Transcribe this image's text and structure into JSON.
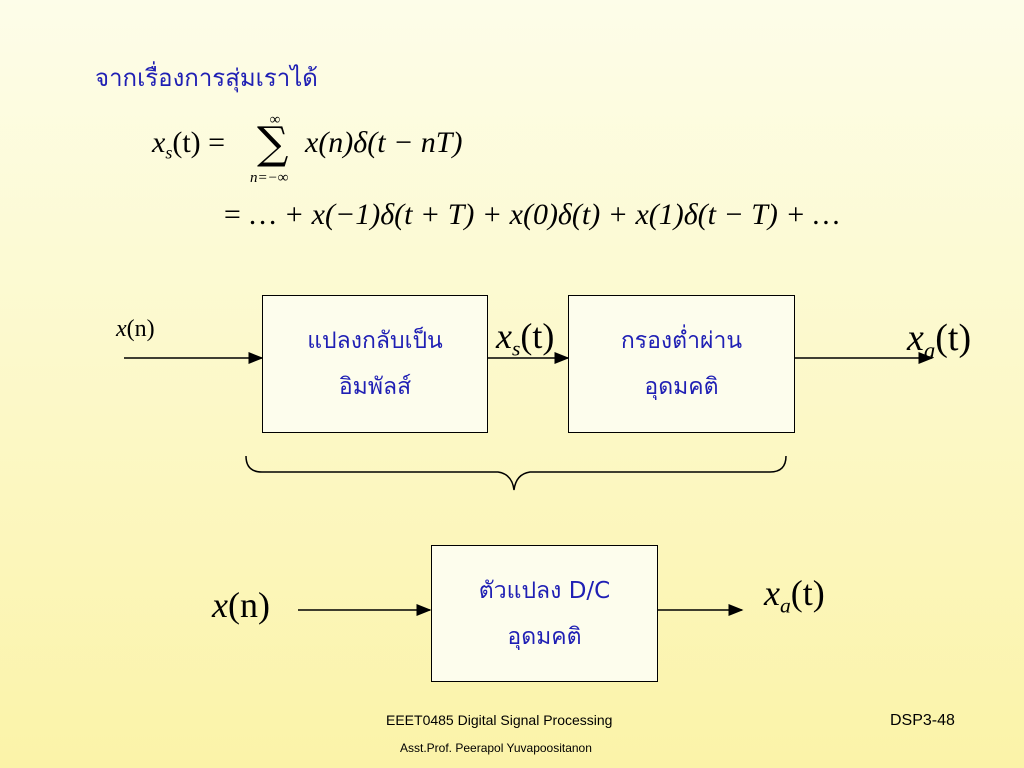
{
  "heading": "จากเรื่องการสุ่มเราได้",
  "equation": {
    "lhs_var": "x",
    "lhs_sub": "s",
    "lhs_arg": "(t)",
    "eq_sign": "=",
    "sum_symbol": "∑",
    "sum_upper": "∞",
    "sum_lower": "n=−∞",
    "sum_term": "x(n)δ(t − nT)",
    "expansion": "= … + x(−1)δ(t + T) + x(0)δ(t) + x(1)δ(t − T) + …"
  },
  "diagram_top": {
    "input_label_var": "x",
    "input_label_arg": "(n)",
    "box1": {
      "line1": "แปลงกลับเป็น",
      "line2": "อิมพัลส์"
    },
    "mid_label_var": "x",
    "mid_label_sub": "s",
    "mid_label_arg": "(t)",
    "box2": {
      "line1": "กรองต่ำผ่าน",
      "line2": "อุดมคติ"
    },
    "output_label_var": "x",
    "output_label_sub": "a",
    "output_label_arg": "(t)"
  },
  "diagram_bottom": {
    "input_label_var": "x",
    "input_label_arg": "(n)",
    "box": {
      "line1": "ตัวแปลง D/C",
      "line2": "อุดมคติ"
    },
    "output_label_var": "x",
    "output_label_sub": "a",
    "output_label_arg": "(t)"
  },
  "footer": {
    "course": "EEET0485 Digital Signal Processing",
    "author": "Asst.Prof. Peerapol Yuvapoositanon",
    "slide": "DSP3-48"
  }
}
